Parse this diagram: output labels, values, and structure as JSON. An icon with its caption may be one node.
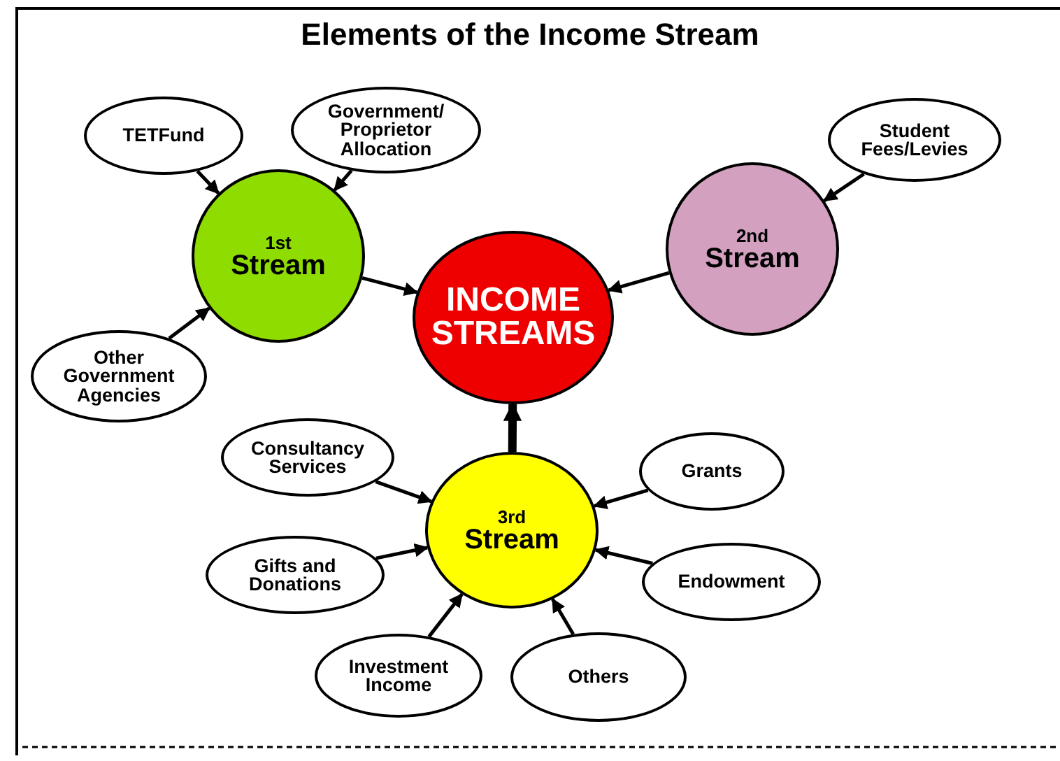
{
  "diagram": {
    "title": "Elements of the Income Stream",
    "nodes": [
      {
        "text": [
          "TETFund"
        ]
      },
      {
        "text": [
          "Government/ Proprietor Allocation"
        ]
      },
      {
        "text": [
          "Student Fees/Levies"
        ]
      },
      {
        "text": [
          "1st",
          "Stream"
        ]
      },
      {
        "text": [
          "2nd",
          "Stream"
        ]
      },
      {
        "text": [
          "INCOME STREAMS"
        ]
      },
      {
        "text": [
          "Other Government Agencies"
        ]
      },
      {
        "text": [
          "Consultancy Services"
        ]
      },
      {
        "text": [
          "Grants"
        ]
      },
      {
        "text": [
          "3rd",
          "Stream"
        ]
      },
      {
        "text": [
          "Gifts and Donations"
        ]
      },
      {
        "text": [
          "Endowment"
        ]
      },
      {
        "text": [
          "Investment Income"
        ]
      },
      {
        "text": [
          "Others"
        ]
      }
    ],
    "edges": [
      {
        "from": 0,
        "to": 3,
        "arrow": "to"
      },
      {
        "from": 1,
        "to": 3,
        "arrow": "to"
      },
      {
        "from": 6,
        "to": 3,
        "arrow": "to"
      },
      {
        "from": 3,
        "to": 5,
        "arrow": "to"
      },
      {
        "from": 2,
        "to": 4,
        "arrow": "to"
      },
      {
        "from": 4,
        "to": 5,
        "arrow": "to"
      },
      {
        "from": 9,
        "to": 5,
        "arrow": "to",
        "style": "thick"
      },
      {
        "from": 7,
        "to": 9,
        "arrow": "to"
      },
      {
        "from": 10,
        "to": 9,
        "arrow": "to"
      },
      {
        "from": 12,
        "to": 9,
        "arrow": "to"
      },
      {
        "from": 13,
        "to": 9,
        "arrow": "to"
      },
      {
        "from": 8,
        "to": 9,
        "arrow": "to"
      },
      {
        "from": 11,
        "to": 9,
        "arrow": "to"
      }
    ]
  }
}
